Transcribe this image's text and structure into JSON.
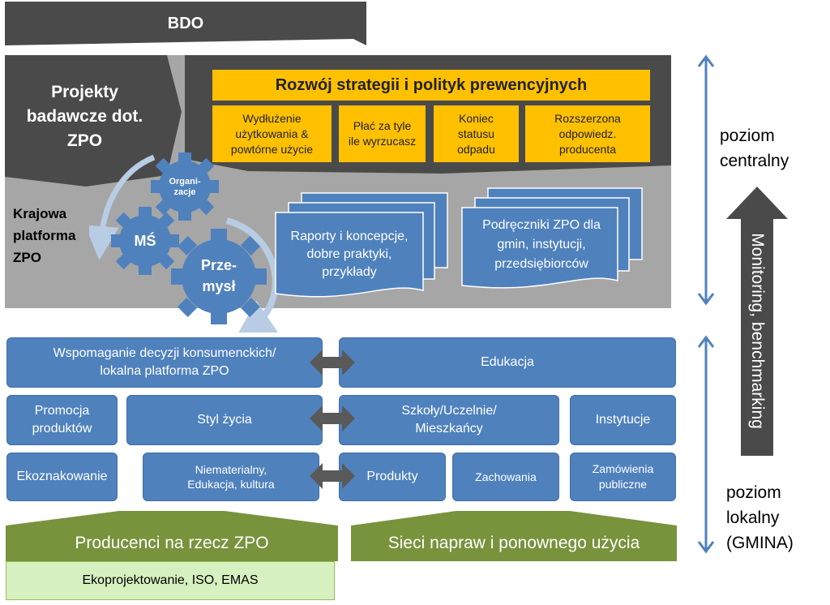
{
  "top_bar": {
    "label": "BDO"
  },
  "left_block": {
    "label": "Projekty badawcze dot. ZPO"
  },
  "strategy": {
    "title": "Rozwój strategii i polityk prewencyjnych",
    "items": [
      "Wydłużenie użytkowania & powtórne użycie",
      "Płać za tyle ile wyrzucasz",
      "Koniec statusu odpadu",
      "Rozszerzona odpowiedz. producenta"
    ]
  },
  "platform": {
    "label": "Krajowa platforma ZPO",
    "gears": {
      "org": "Organi-zacje",
      "ms": "MŚ",
      "industry": "Prze-mysł"
    },
    "doc_reports": "Raporty i koncepcje, dobre praktyki, przykłady",
    "doc_handbooks": "Podręczniki ZPO dla gmin, instytucji, przedsiębiorców"
  },
  "local": {
    "row1": {
      "left": "Wspomaganie decyzji konsumenckich/ lokalna platforma ZPO",
      "right": "Edukacja"
    },
    "row2": {
      "promo": "Promocja produktów",
      "style": "Styl życia",
      "schools": "Szkoły/Uczelnie/ Mieszkańcy",
      "institutions": "Instytucje"
    },
    "row3": {
      "ecolabel": "Ekoznakowanie",
      "intangible": "Niematerialny, Edukacja, kultura",
      "products": "Produkty",
      "behaviour": "Zachowania",
      "procurement": "Zamówienia publiczne"
    }
  },
  "bottom": {
    "producers": "Producenci na rzecz ZPO",
    "networks": "Sieci napraw i ponownego użycia",
    "eco": "Ekoprojektowanie, ISO, EMAS"
  },
  "right": {
    "central": "poziom centralny",
    "monitoring": "Monitoring, benchmarking",
    "local": "poziom lokalny (GMINA)"
  },
  "colors": {
    "dark": "#4a4a4a",
    "gray": "#a6a6a6",
    "blue": "#4f81bd",
    "yellow": "#ffc000",
    "green": "#77933c",
    "light_green": "#d7f0c0"
  }
}
